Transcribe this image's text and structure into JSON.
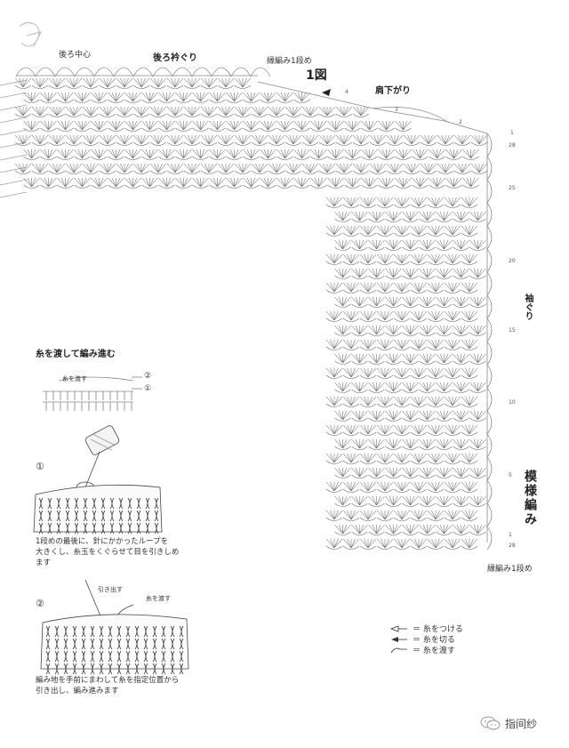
{
  "labels": {
    "back_center": "後ろ中心",
    "back_neckline": "後ろ衿ぐり",
    "edge_row1_top": "縁編み1段め",
    "fig_title": "1図",
    "shoulder_slope": "肩下がり",
    "armhole": "袖ぐり",
    "pattern_stitch": "模様編み",
    "edge_row1_bottom": "縁編み1段め"
  },
  "row_numbers": {
    "shoulder": [
      "4",
      "3",
      "2",
      "1"
    ],
    "side": [
      "28",
      "25",
      "20",
      "15",
      "10",
      "5",
      "1",
      "28"
    ]
  },
  "technique": {
    "title": "糸を渡して編み進む",
    "carry_yarn": "糸を渡す",
    "step2_arrow": "②",
    "step1_arrow": "①",
    "step1_num": "①",
    "step1_caption_1": "1段めの最後に、針にかかったループを",
    "step1_caption_2": "大きくし、糸玉をくぐらせて目を引きしめ",
    "step1_caption_3": "ます",
    "step2_num": "②",
    "step2_pull": "引き出す",
    "step2_carry": "糸を渡す",
    "step2_caption_1": "編み地を手前にまわして糸を指定位置から",
    "step2_caption_2": "引き出し、編み進みます"
  },
  "legend": [
    {
      "symbol": "attach",
      "text": "＝ 糸をつける"
    },
    {
      "symbol": "cut",
      "text": "＝ 糸を切る"
    },
    {
      "symbol": "carry",
      "text": "＝ 糸を渡す"
    }
  ],
  "watermark": {
    "text": "指间纱",
    "icon": "wechat-icon"
  }
}
